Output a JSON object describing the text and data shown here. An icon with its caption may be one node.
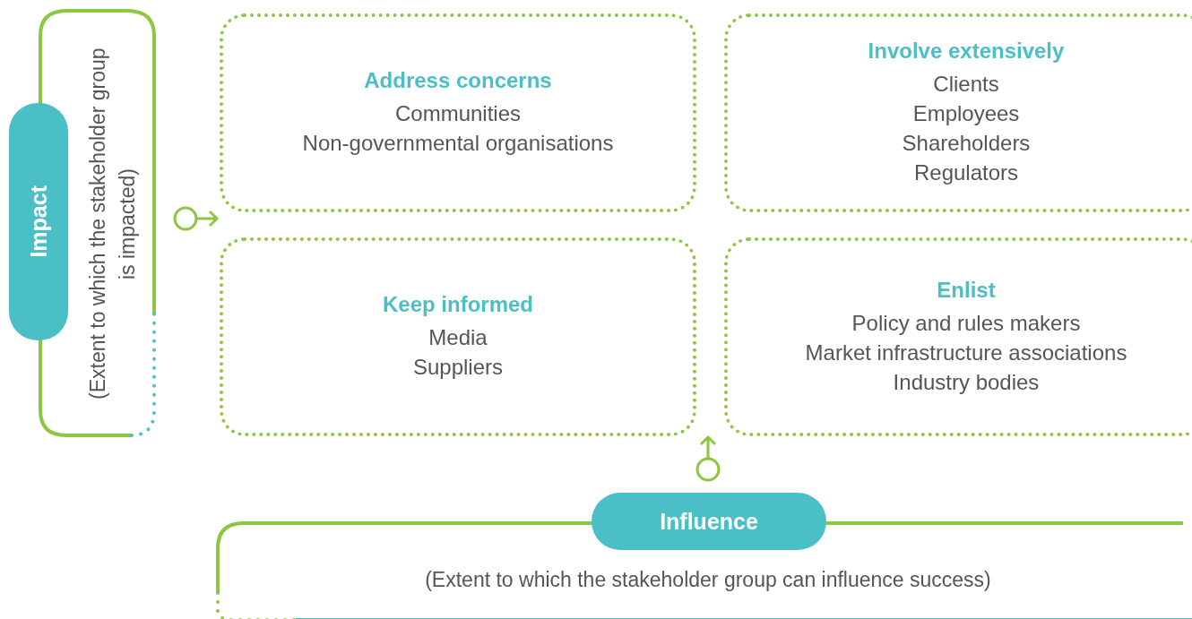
{
  "diagram": {
    "nodes": [
      {
        "text": [
          "Impact",
          "(Extent to which the stakeholder group is impacted)"
        ]
      },
      {
        "text": [
          "Address concerns",
          "Communities",
          "Non-governmental organisations"
        ]
      },
      {
        "text": [
          "Involve extensively",
          "Clients",
          "Employees",
          "Shareholders",
          "Regulators"
        ]
      },
      {
        "text": [
          "Keep informed",
          "Media",
          "Suppliers"
        ]
      },
      {
        "text": [
          "Enlist",
          "Policy and rules makers",
          "Market infrastructure associations",
          "Industry bodies"
        ]
      },
      {
        "text": [
          "Influence",
          "(Extent to which the stakeholder group can influence success)"
        ]
      }
    ],
    "edges": []
  }
}
